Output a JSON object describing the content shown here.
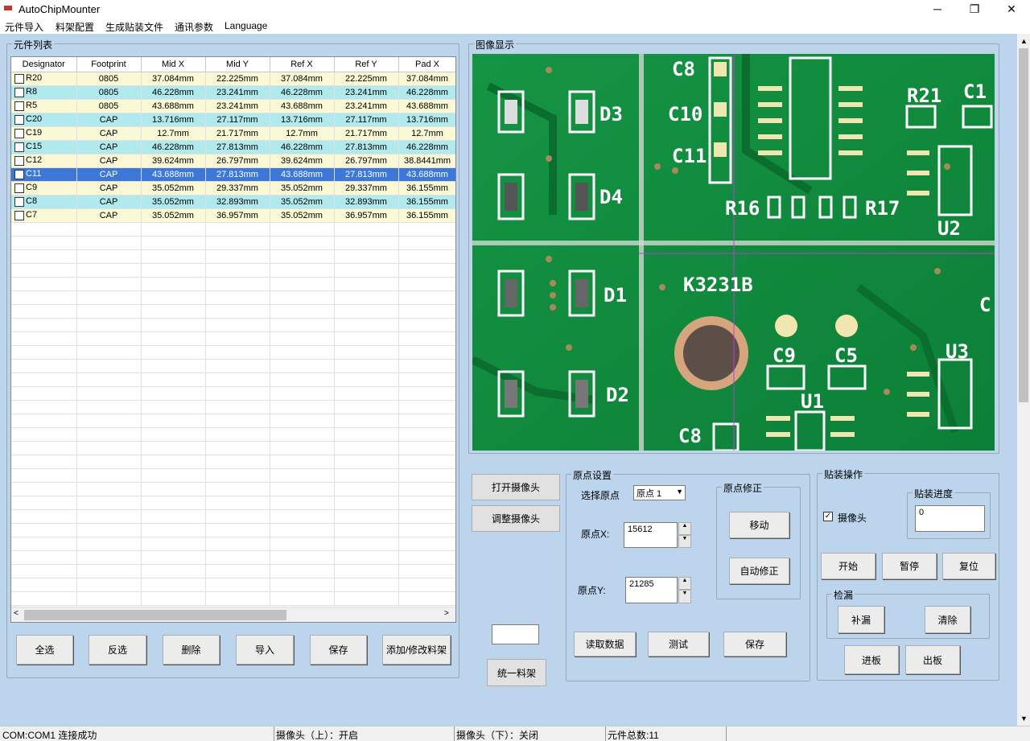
{
  "window": {
    "title": "AutoChipMounter",
    "minimize": "─",
    "maximize": "❐",
    "close": "✕"
  },
  "menu": [
    "元件导入",
    "料架配置",
    "生成贴装文件",
    "通讯参数",
    "Language"
  ],
  "component_list": {
    "label": "元件列表",
    "columns": [
      "Designator",
      "Footprint",
      "Mid X",
      "Mid Y",
      "Ref X",
      "Ref Y",
      "Pad X"
    ],
    "rows": [
      [
        "R20",
        "0805",
        "37.084mm",
        "22.225mm",
        "37.084mm",
        "22.225mm",
        "37.084mm"
      ],
      [
        "R8",
        "0805",
        "46.228mm",
        "23.241mm",
        "46.228mm",
        "23.241mm",
        "46.228mm"
      ],
      [
        "R5",
        "0805",
        "43.688mm",
        "23.241mm",
        "43.688mm",
        "23.241mm",
        "43.688mm"
      ],
      [
        "C20",
        "CAP",
        "13.716mm",
        "27.117mm",
        "13.716mm",
        "27.117mm",
        "13.716mm"
      ],
      [
        "C19",
        "CAP",
        "12.7mm",
        "21.717mm",
        "12.7mm",
        "21.717mm",
        "12.7mm"
      ],
      [
        "C15",
        "CAP",
        "46.228mm",
        "27.813mm",
        "46.228mm",
        "27.813mm",
        "46.228mm"
      ],
      [
        "C12",
        "CAP",
        "39.624mm",
        "26.797mm",
        "39.624mm",
        "26.797mm",
        "38.8441mm"
      ],
      [
        "C11",
        "CAP",
        "43.688mm",
        "27.813mm",
        "43.688mm",
        "27.813mm",
        "43.688mm"
      ],
      [
        "C9",
        "CAP",
        "35.052mm",
        "29.337mm",
        "35.052mm",
        "29.337mm",
        "36.155mm"
      ],
      [
        "C8",
        "CAP",
        "35.052mm",
        "32.893mm",
        "35.052mm",
        "32.893mm",
        "36.155mm"
      ],
      [
        "C7",
        "CAP",
        "35.052mm",
        "36.957mm",
        "35.052mm",
        "36.957mm",
        "36.155mm"
      ]
    ],
    "selected_row": 7,
    "buttons": {
      "select_all": "全选",
      "invert": "反选",
      "delete": "删除",
      "import": "导入",
      "save": "保存",
      "add_feeder": "添加/修改料架"
    }
  },
  "image_display": {
    "label": "图像显示",
    "pcb_labels": [
      "C8",
      "C10",
      "C11",
      "D3",
      "D4",
      "R21",
      "C1",
      "R16",
      "R17",
      "U2",
      "K3231B",
      "D1",
      "D2",
      "C9",
      "C5",
      "U3",
      "U1",
      "C8",
      "C"
    ]
  },
  "camera": {
    "open": "打开摄像头",
    "adjust": "调整摄像头",
    "unify_feeder": "统一料架",
    "small_value": ""
  },
  "origin": {
    "label": "原点设置",
    "select_label": "选择原点",
    "select_value": "原点 1",
    "x_label": "原点X:",
    "x_value": "15612",
    "y_label": "原点Y:",
    "y_value": "21285",
    "correction_label": "原点修正",
    "move": "移动",
    "auto_correct": "自动修正",
    "read_data": "读取数据",
    "test": "测试",
    "save": "保存"
  },
  "mount": {
    "label": "贴装操作",
    "camera_check": "摄像头",
    "progress_label": "贴装进度",
    "progress_value": "0",
    "start": "开始",
    "pause": "暂停",
    "reset": "复位",
    "check_label": "检漏",
    "refill": "补漏",
    "clear": "清除",
    "board_in": "进板",
    "board_out": "出板"
  },
  "status": {
    "com": "COM:COM1 连接成功",
    "cam_top": "摄像头（上）：开启",
    "cam_bottom": "摄像头（下）：关闭",
    "total": "元件总数:11"
  },
  "colors": {
    "row_a": "#fbf8d6",
    "row_b": "#b0eaee",
    "selected": "#3b78d8",
    "pcb": "#0f8a3c"
  }
}
